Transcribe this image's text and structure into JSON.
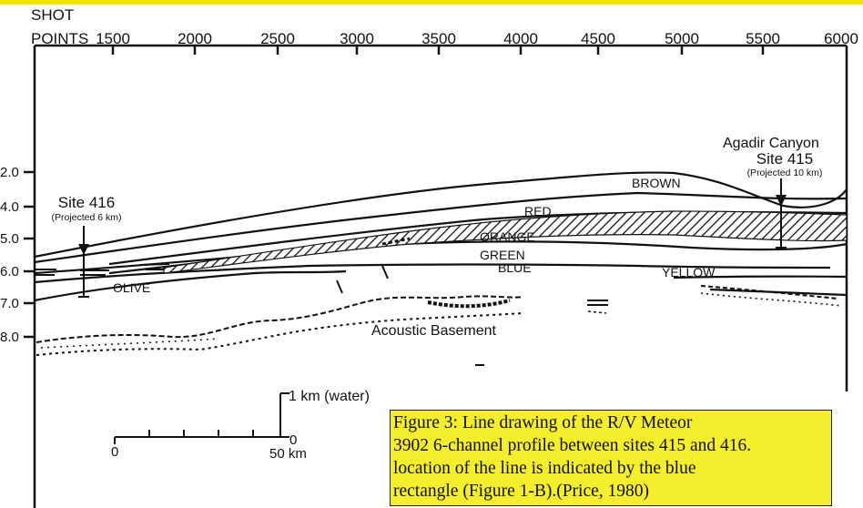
{
  "axis": {
    "shot_label_line1": "SHOT",
    "shot_label_line2": "POINTS",
    "shot_points": [
      "1500",
      "2000",
      "2500",
      "3000",
      "3500",
      "4000",
      "4500",
      "5000",
      "5500",
      "6000"
    ],
    "depth_ticks": [
      "2.0",
      "4.0",
      "5.0",
      "6.0",
      "7.0",
      "8.0"
    ]
  },
  "sites": {
    "site415": {
      "name": "Site 415",
      "note": "(Projected 10 km)"
    },
    "site416": {
      "name": "Site 416",
      "note": "(Projected 6 km)"
    }
  },
  "labels": {
    "agadir": "Agadir Canyon",
    "brown": "BROWN",
    "red": "RED",
    "orange": "ORANGE",
    "green": "GREEN",
    "blue": "BLUE",
    "yellow": "YELLOW",
    "olive": "OLIVE",
    "basement": "Acoustic Basement"
  },
  "scale": {
    "water": "1 km (water)",
    "zero_left": "0",
    "zero_vertical": "0",
    "km": "50 km"
  },
  "caption": {
    "line1": "Figure 3: Line drawing of the R/V Meteor",
    "line2": "3902 6-channel profile between sites 415 and 416.",
    "line3": "location of the line is indicated by the blue",
    "line4": "rectangle (Figure 1-B).(Price, 1980)"
  },
  "colors": {
    "banner": "#f2e400",
    "caption_bg": "#f5ee2c",
    "ink": "#111111"
  }
}
